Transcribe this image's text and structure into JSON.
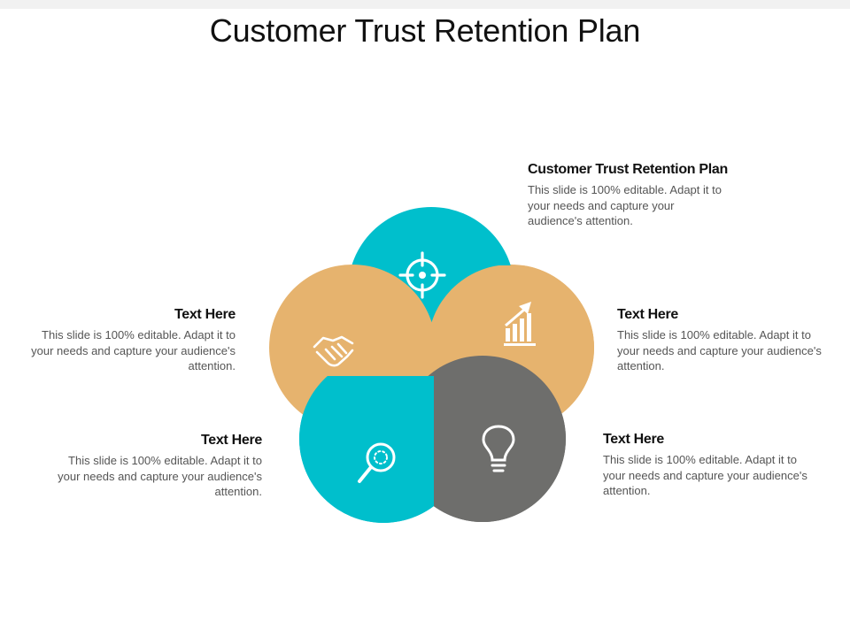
{
  "slide": {
    "title": "Customer Trust Retention Plan"
  },
  "colors": {
    "teal": "#00BFCC",
    "tan": "#E6B36E",
    "gray": "#6E6E6C",
    "icon": "#ffffff"
  },
  "items": [
    {
      "heading": "Customer Trust Retention Plan",
      "description": "This slide is 100% editable. Adapt it to your needs and capture your audience's attention.",
      "icon": "target-icon",
      "color": "teal"
    },
    {
      "heading": "Text Here",
      "description": "This slide is 100% editable. Adapt it to your needs and capture your audience's attention.",
      "icon": "growth-chart-icon",
      "color": "tan"
    },
    {
      "heading": "Text Here",
      "description": "This slide is 100% editable. Adapt it to your needs and capture your audience's attention.",
      "icon": "lightbulb-icon",
      "color": "gray"
    },
    {
      "heading": "Text Here",
      "description": "This slide is 100% editable. Adapt it to your needs and capture your audience's attention.",
      "icon": "search-icon",
      "color": "teal"
    },
    {
      "heading": "Text Here",
      "description": "This slide is 100% editable. Adapt it to your needs and capture your audience's attention.",
      "icon": "handshake-icon",
      "color": "tan"
    }
  ]
}
